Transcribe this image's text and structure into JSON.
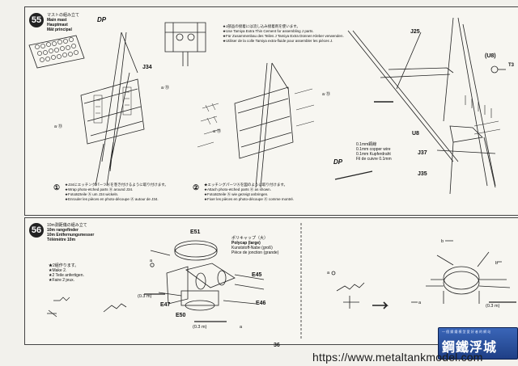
{
  "step55": {
    "number": "55",
    "title_jp": "マストの組み立て",
    "title_en": "Main mast",
    "title_de": "Hauptmast",
    "title_fr": "Mât principal",
    "dp_badge": "DP",
    "note_jp": "★J部品の接着には流し込み接着剤を使います。",
    "note_en": "★Use Tamiya Extra Thin Cement for assembling J parts.",
    "note_de": "★Für Zusammenbau des Teiles J Tamiya Extra Dünnen Kleber verwenden.",
    "note_fr": "★Utiliser de la colle Tamiya extra-fluide pour assembler les pièces J.",
    "part_j34": "J34",
    "part_j25": "J25",
    "part_j37": "J37",
    "part_j35": "J35",
    "part_u8": "U8",
    "part_u8_paren": "(U8)",
    "t_mark": "T3",
    "a_mark": "a",
    "a_num": "⑬",
    "circle_a_text": "a ⑬",
    "wire_note_1": "0.1mm銅線",
    "wire_note_2": "0.1mm copper wire",
    "wire_note_3": "0.1mm Kupferdraht",
    "wire_note_4": "Fil de cuivre 0.1mm",
    "inst1_num": "①",
    "inst1_jp": "★J34にエッチングパーツⒶを巻き付けるように取り付けます。",
    "inst1_en": "★Wrap photo-etched parts Ⓐ around J34.",
    "inst1_de": "★Fotoätzteile Ⓐ um J34 wickeln.",
    "inst1_fr": "★Enrouler les pièces en photo-découpe Ⓐ autour de J34.",
    "inst2_num": "②",
    "inst2_jp": "★エッチングパーツⒶを図のように取り付けます。",
    "inst2_en": "★Attach photo-etched parts Ⓐ as shown.",
    "inst2_de": "★Fotoätzteile Ⓐ wie gezeigt anbringen.",
    "inst2_fr": "★Fixer les pièces en photo-découpe Ⓐ comme montré."
  },
  "step56": {
    "number": "56",
    "title_jp": "10m測距儀の組み立て",
    "title_en": "10m rangefinder",
    "title_de": "10m Entfernungsmesser",
    "title_fr": "Télémètre 10m",
    "poly_jp": "ポリキャップ（大）",
    "poly_en": "Polycap (large)",
    "poly_de": "Kunststoff-Nabe (groß)",
    "poly_fr": "Pièce de jonction (grande)",
    "make2_jp": "★2組作ります。",
    "make2_en": "★Make 2.",
    "make2_de": "★2 Teile anfertigen.",
    "make2_fr": "★Faire 2 jeux.",
    "part_e51": "E51",
    "part_e45": "E45",
    "part_e46": "E46",
    "part_e47": "E47",
    "part_e50": "E50",
    "part_a": "a",
    "part_b": "b",
    "mm_03_a": "(0.3 m)",
    "mm_03_b": "(0.3 m)",
    "mm_03_c": "(0.3 m)"
  },
  "footer": {
    "page_number": "36",
    "watermark_url": "https://www.metaltankmodel.com",
    "watermark_logo": "鋼鐵浮城",
    "watermark_logo_sub": "一 個 鋼 鐵 模 型 愛 好 者 的 網 站"
  }
}
